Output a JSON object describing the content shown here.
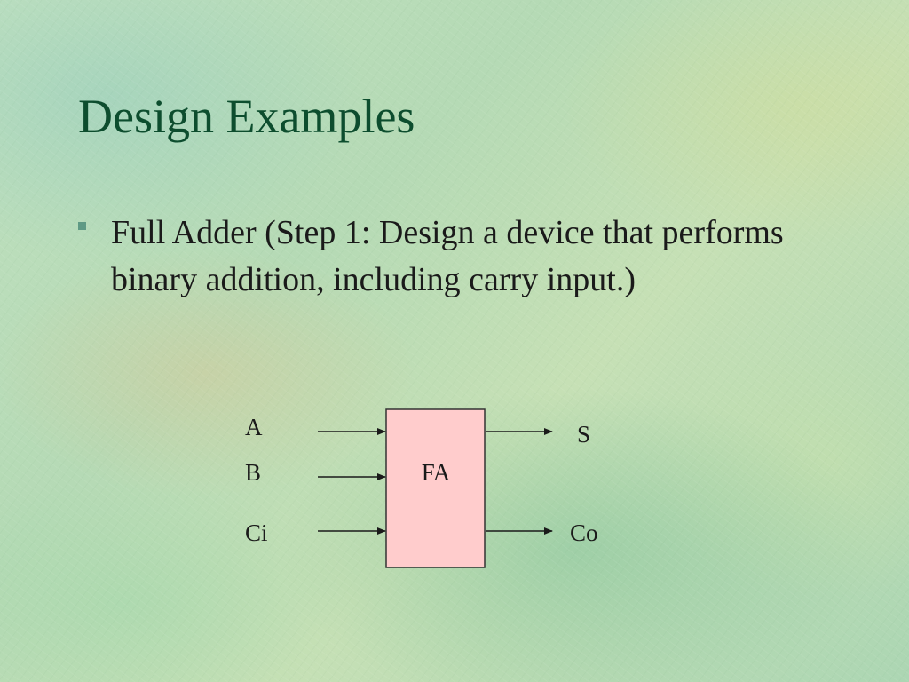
{
  "slide": {
    "title": "Design Examples",
    "bullets": [
      "Full Adder (Step 1: Design a device that performs binary addition, including carry input.)"
    ]
  },
  "diagram": {
    "block_label": "FA",
    "block_fill": "#ffcccc",
    "inputs": [
      "A",
      "B",
      "Ci"
    ],
    "outputs": [
      "S",
      "Co"
    ]
  },
  "colors": {
    "title": "#0d4d2e",
    "bullet_marker": "#5f9a85",
    "text": "#1a1a1a"
  }
}
